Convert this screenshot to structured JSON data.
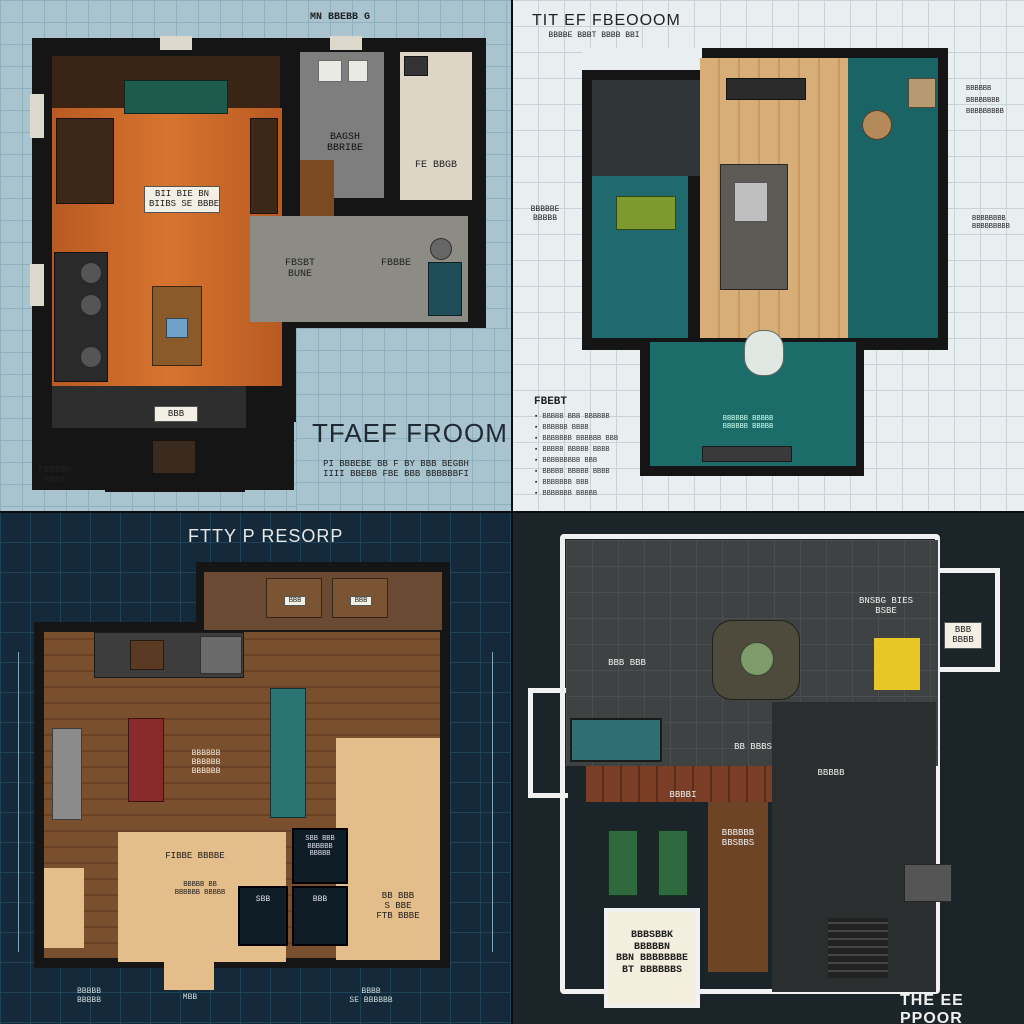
{
  "panels": {
    "tl": {
      "header": "MN BBEBB G",
      "room_center": "BII BIE BN\nBIIBS SE BBBE",
      "room_right_a": "BAGSH\nBBRIBE",
      "room_right_b": "FE BBGB",
      "room_mid_a": "FBSBT\nBUNE",
      "room_mid_b": "FBBBE",
      "room_bottom": "BBB",
      "sofa_tag": "BBB",
      "title": "TFAEF FROOM",
      "caption": "PI BBBEBE BB F BY BBB BEGBH\nIIII BBEBB FBE BBB BBBBBBFI",
      "corner_label": "PBBBBN\nRBBT"
    },
    "tr": {
      "title": "TIT EF FBEOOOM",
      "subtitle": "BBBBE BBBT BBBB BBI",
      "side_label": "BBBBBE\nBBBBB",
      "side_label_b": "BBBBBBBB\nBBBBBBBBB",
      "right_labels": [
        "BBBBBB",
        "BBBBBBBB",
        "BBBBBBBBB"
      ],
      "legend_title": "FBEBT",
      "legend_items": [
        "BBBBB BBB BBBBBB",
        "BBBBBB BBBB",
        "BBBBBBB BBBBBB BBB",
        "BBBBB BBBBB BBBB",
        "BBBBBBBBB BBB",
        "BBBBB BBBBB BBBB",
        "BBBBBBB BBB",
        "BBBBBBB BBBBB"
      ],
      "room_note": "BBBBBB BBBBB\nBBBBBB BBBBB"
    },
    "bl": {
      "title": "FTTY P RESORP",
      "room_center": "BBBBBB\nBBBBBB\nBBBBBB",
      "room_lower": "FIBBE BBBBE",
      "room_lower_sub": "BBBBB BB\nBBBBBB BBBBB",
      "room_right": "BB BBB\nS BBE\nFTB BBBE",
      "box_a": "SBB BBB\nBBBBBB\nBBBBB",
      "box_b": "SBB",
      "box_c": "BBB",
      "bottom_left": "BBBBB\nBBBBB",
      "bottom_mid": "MBB",
      "bottom_right": "BBBB\nSE BBBBBB",
      "top_tags": [
        "BBB",
        "BBB"
      ]
    },
    "br": {
      "tag_top": "BNSBG BIES\nBSBE",
      "tag_right": "BBB\nBBBB",
      "tag_left": "BBB BBB",
      "tag_mid": "BB BBBS",
      "tag_lower": "BBBBI",
      "tag_center": "BBBBB",
      "tag_corridor": "BBBBBB\nBBSBBS",
      "note": "BBBSBBK\nBBBBBN\nBBN BBBBBBBE\nBT BBBBBBS",
      "title": "THE EE PPOOR"
    }
  },
  "colors": {
    "orange_floor": "#c8662a",
    "wood_floor": "#d9b07a",
    "teal_floor": "#1f6b6b",
    "parchment": "#e8c18f",
    "slate": "#3a3f40",
    "yellow": "#e8c626"
  }
}
